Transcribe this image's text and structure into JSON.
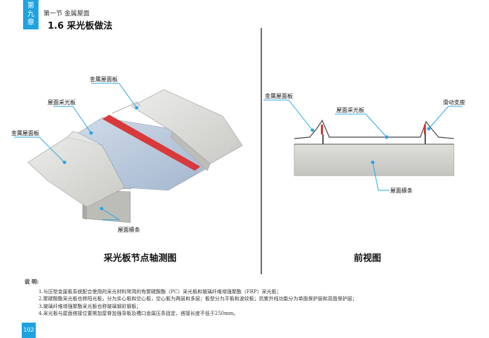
{
  "header": {
    "chapter_line1": "第",
    "chapter_line2": "九",
    "chapter_line3": "章",
    "section": "第一节  金属屋面",
    "title": "1.6  采光板做法"
  },
  "axonometric": {
    "caption": "采光板节点轴测图",
    "labels": {
      "metal_roof_top": "金属屋面板",
      "skylight": "屋面采光板",
      "metal_roof_left": "金属屋面板",
      "purlin": "屋面檩条"
    }
  },
  "front_view": {
    "caption": "前视图",
    "labels": {
      "metal_roof": "金属屋面板",
      "skylight": "屋面采光板",
      "sliding_support": "滑动支座",
      "purlin": "屋面檩条"
    }
  },
  "notes": {
    "title": "说  明:",
    "items": [
      "1.与压型金属板系统配合使用的采光材料常用的有聚碳酸酯（PC）采光板和玻璃纤维增强聚酯（FRP）采光板；",
      "2.聚碳酸酯采光板也称阳光板，分为实心板和空心板，空心板为两层和多层；板型分为平板和波纹板；抗紫外线功能分为单面保护层和双面保护层；",
      "3.玻璃纤维增强聚酯采光板也称玻璃钢彩钢板；",
      "4.采光板与屋面搭接位置需加屋脊加强背板及槽口金属压条固定，搭接长度不低于250mm。"
    ]
  },
  "page_number": "102",
  "colors": {
    "accent": "#1fa3e0",
    "leader": "#2aa7e3",
    "metal": "#dcdcd8",
    "glass": "#b9c8dc",
    "seal": "#d9393a"
  }
}
